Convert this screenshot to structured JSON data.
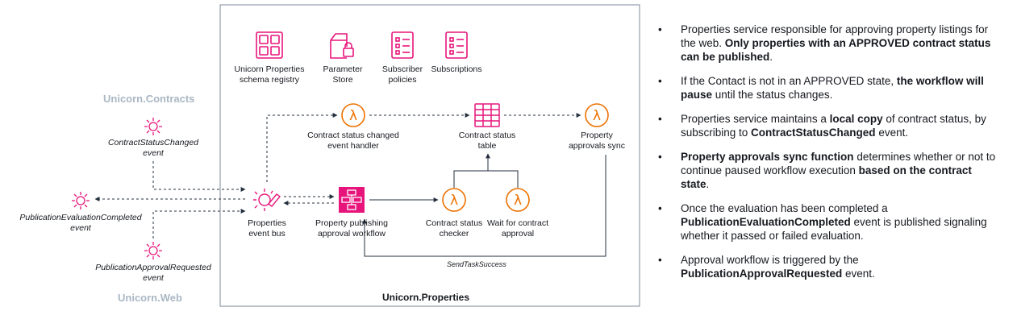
{
  "icons": {
    "schema_registry": {
      "label": "Unicorn Properties\nschema registry"
    },
    "parameter_store": {
      "label": "Parameter\nStore"
    },
    "subscriber_policies": {
      "label": "Subscriber\npolicies"
    },
    "subscriptions": {
      "label": "Subscriptions"
    }
  },
  "domains": {
    "contracts": "Unicorn.Contracts",
    "web": "Unicorn.Web",
    "properties": "Unicorn.Properties"
  },
  "events": {
    "contract_status_changed": "ContractStatusChanged\nevent",
    "publication_evaluation_completed": "PublicationEvaluationCompleted\nevent",
    "publication_approval_requested": "PublicationApprovalRequested\nevent"
  },
  "components": {
    "event_bus": "Properties\nevent bus",
    "contract_status_handler": "Contract status changed\nevent handler",
    "contract_status_table": "Contract status\ntable",
    "property_approvals_sync": "Property\napprovals sync",
    "publishing_workflow": "Property publishing\napproval workflow",
    "contract_status_checker": "Contract status\nchecker",
    "wait_for_approval": "Wait for contract\napproval"
  },
  "edge_labels": {
    "send_task_success": "SendTaskSuccess"
  },
  "colors": {
    "lambda": "#ed7100",
    "integration": "#e7157b",
    "domain_text": "#aab7c4",
    "border": "#7d8998"
  },
  "bullets": [
    [
      {
        "t": "Properties service responsible for approving property listings for the web. "
      },
      {
        "t": "Only properties with an APPROVED contract status can be published",
        "b": true
      },
      {
        "t": "."
      }
    ],
    [
      {
        "t": "If the Contact is not in an APPROVED state, "
      },
      {
        "t": "the workflow will pause",
        "b": true
      },
      {
        "t": " until the status changes."
      }
    ],
    [
      {
        "t": "Properties service maintains a "
      },
      {
        "t": "local copy",
        "b": true
      },
      {
        "t": " of contract status, by subscribing to "
      },
      {
        "t": "ContractStatusChanged",
        "b": true
      },
      {
        "t": " event."
      }
    ],
    [
      {
        "t": "Property approvals sync function",
        "b": true
      },
      {
        "t": " determines whether or not to continue paused workflow execution "
      },
      {
        "t": "based on the contract state",
        "b": true
      },
      {
        "t": "."
      }
    ],
    [
      {
        "t": "Once the evaluation has been completed a "
      },
      {
        "t": "PublicationEvaluationCompleted",
        "b": true
      },
      {
        "t": " event is published signaling whether it passed or failed evaluation."
      }
    ],
    [
      {
        "t": "Approval workflow is triggered by the "
      },
      {
        "t": "PublicationApprovalRequested",
        "b": true
      },
      {
        "t": " event."
      }
    ]
  ]
}
